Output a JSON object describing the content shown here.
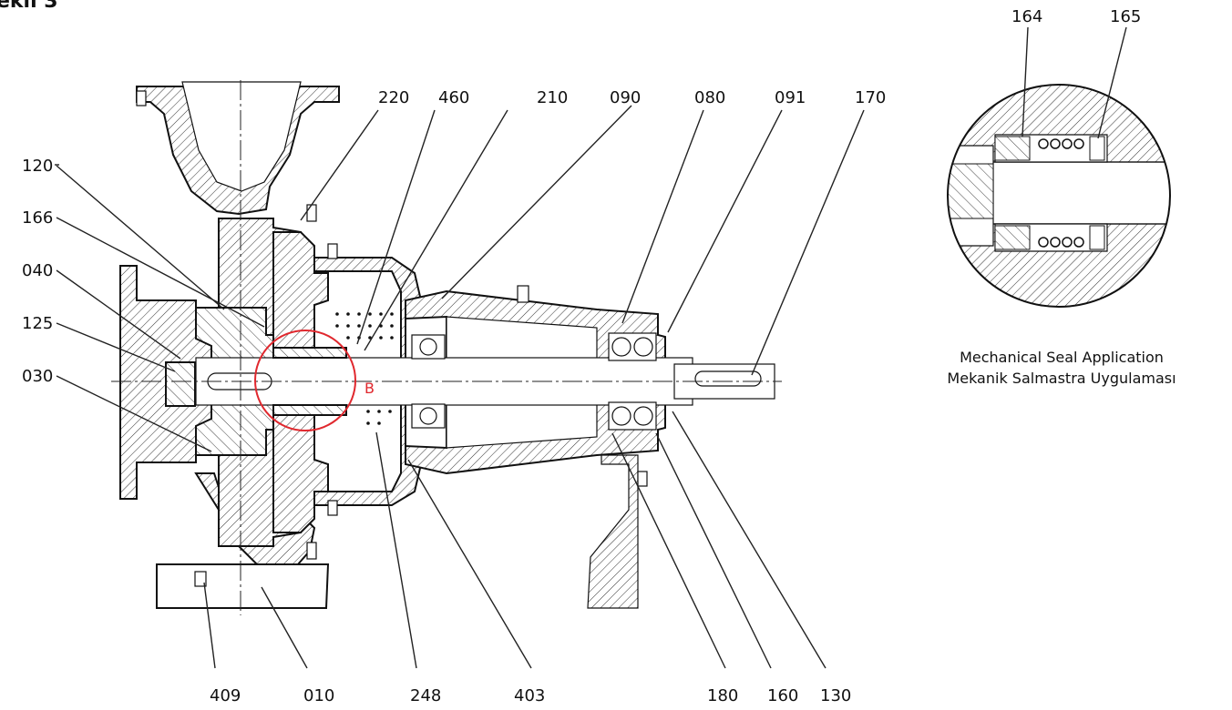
{
  "corner_text": "ekil 3",
  "callouts": {
    "top": [
      "220",
      "460",
      "210",
      "090",
      "080",
      "091",
      "170"
    ],
    "left": [
      "120",
      "166",
      "040",
      "125",
      "030"
    ],
    "bottom": [
      "409",
      "010",
      "248",
      "403",
      "180",
      "160",
      "130"
    ],
    "detail": [
      "164",
      "165"
    ]
  },
  "detail_marker": "B",
  "detail_caption": {
    "line1": "Mechanical Seal Application",
    "line2": "Mekanik Salmastra Uygulaması"
  },
  "colors": {
    "ink": "#111111",
    "detail_circle": "#e0282e"
  }
}
